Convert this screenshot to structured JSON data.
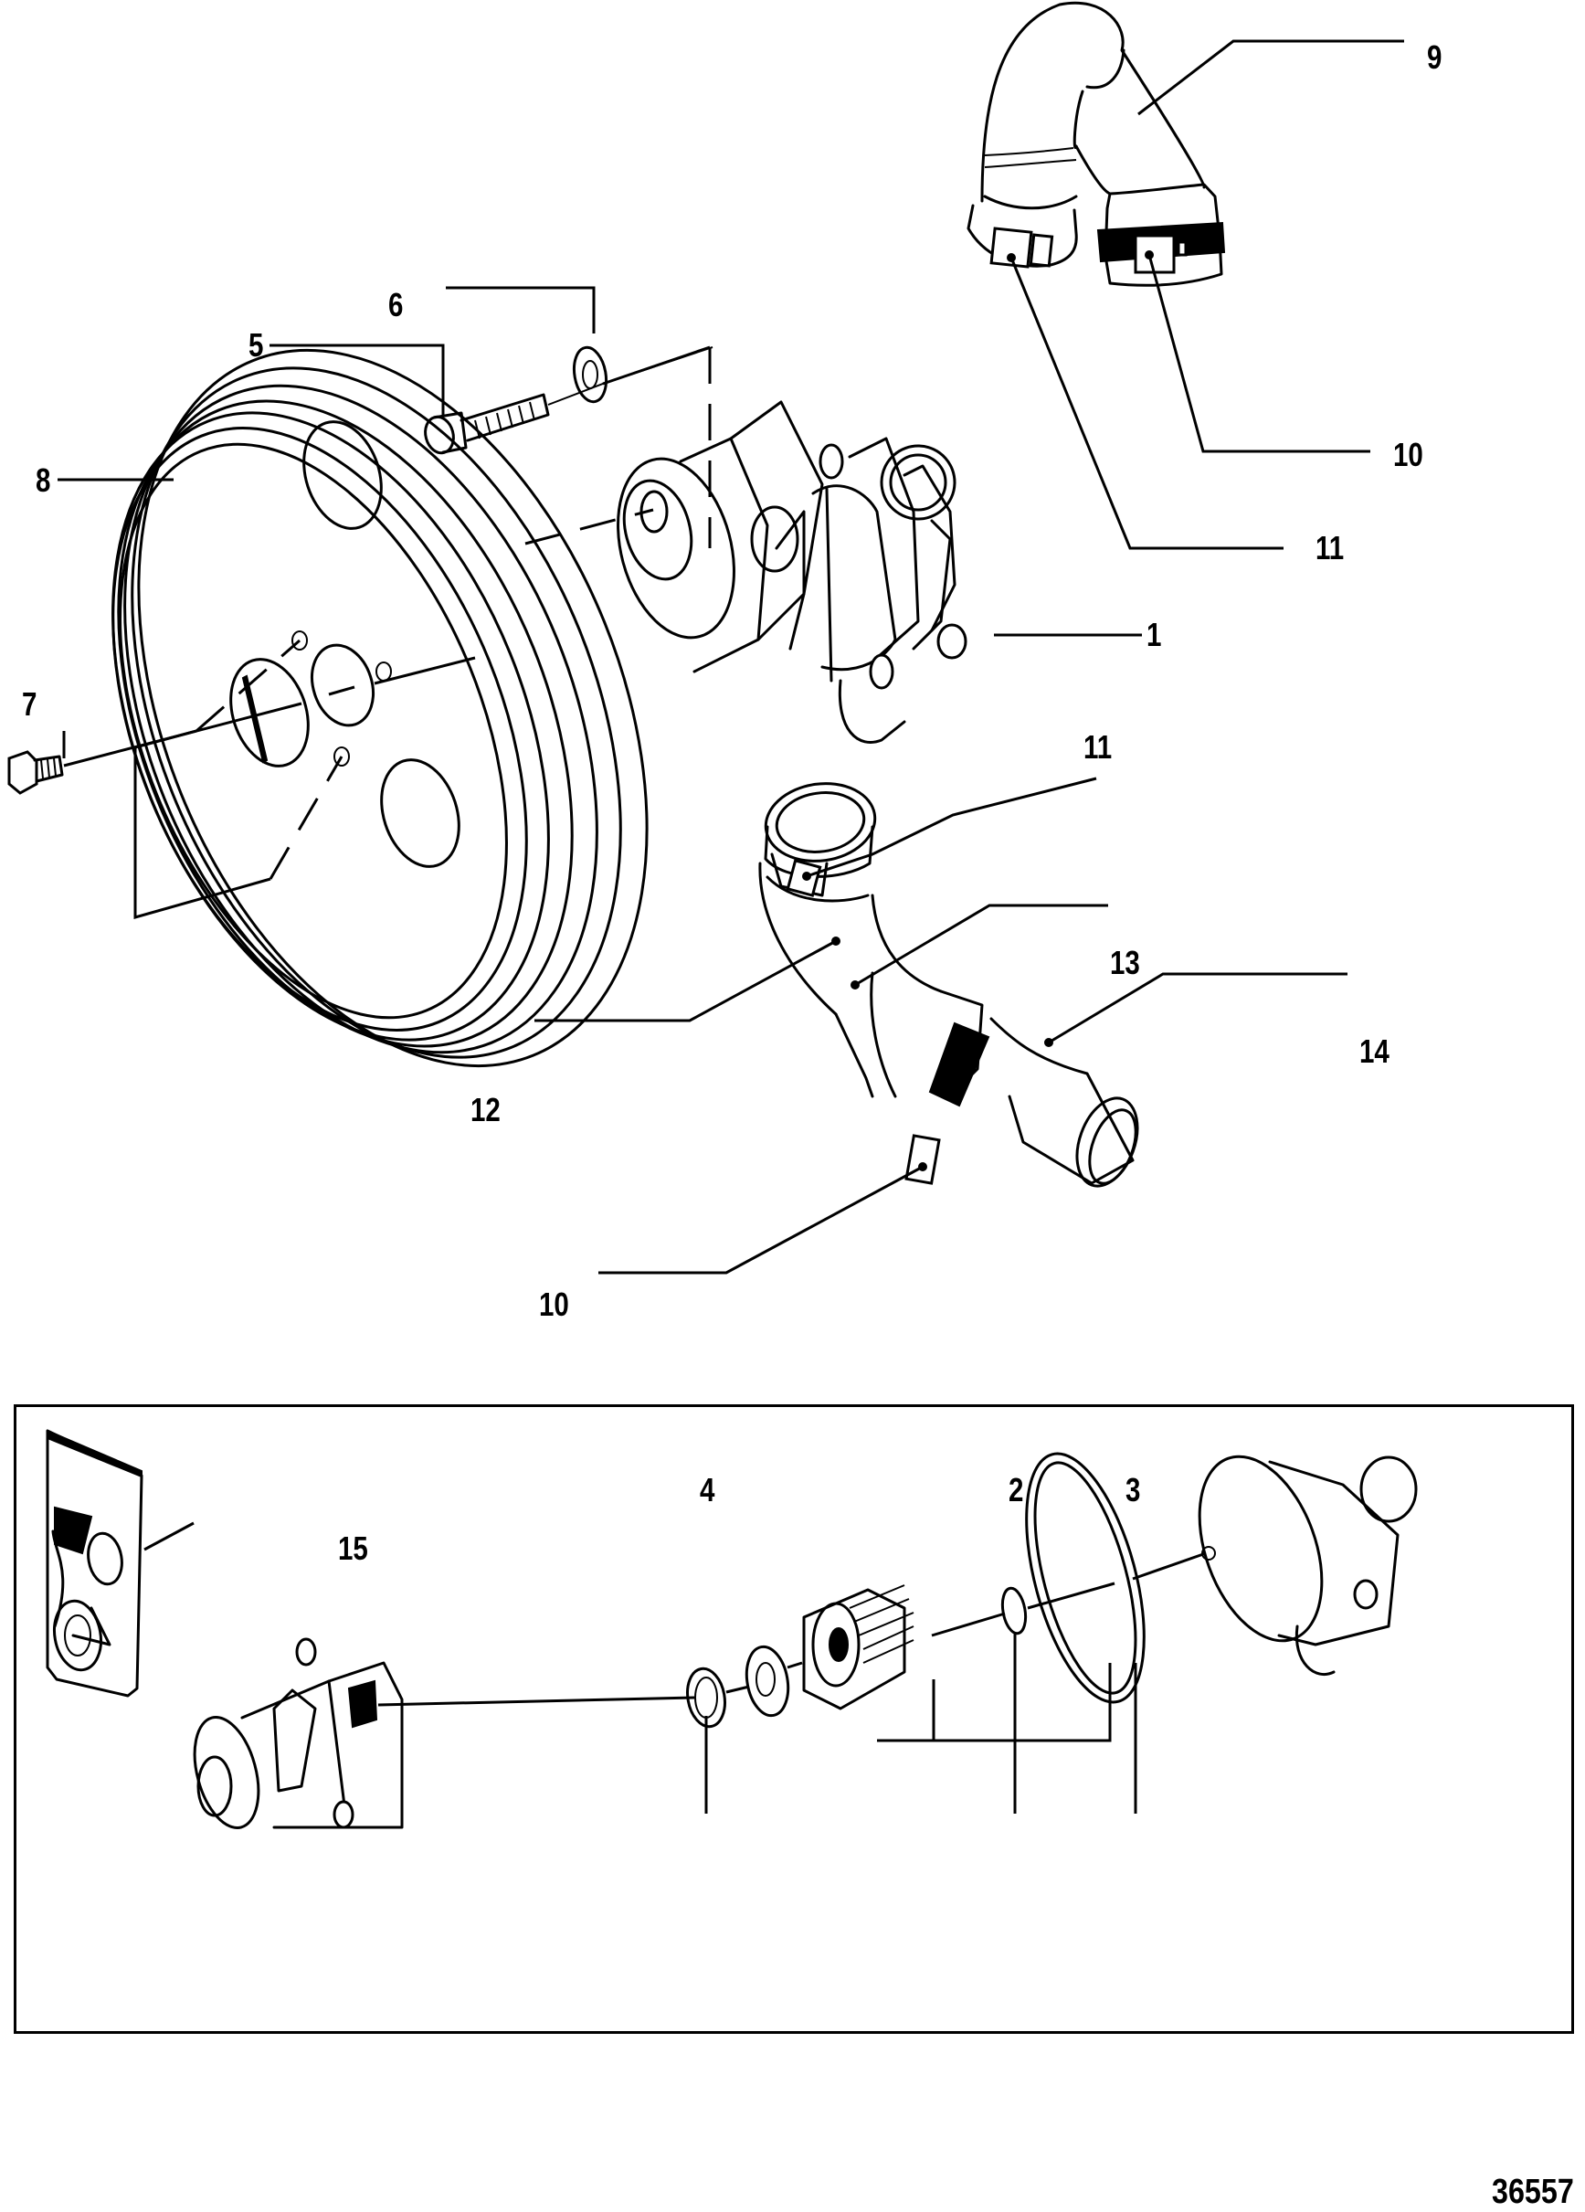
{
  "diagram": {
    "title": "Seawater pump exploded parts view",
    "document_number": "36557",
    "callouts": [
      {
        "id": "c1",
        "label": "1",
        "part": "seawater pump assembly"
      },
      {
        "id": "c2",
        "label": "2",
        "part": "small o-ring"
      },
      {
        "id": "c3",
        "label": "3",
        "part": "large o-ring / gasket"
      },
      {
        "id": "c4",
        "label": "4",
        "part": "seal"
      },
      {
        "id": "c5",
        "label": "5",
        "part": "screw"
      },
      {
        "id": "c6",
        "label": "6",
        "part": "washer"
      },
      {
        "id": "c7",
        "label": "7",
        "part": "bolt"
      },
      {
        "id": "c8",
        "label": "8",
        "part": "pulley"
      },
      {
        "id": "c9",
        "label": "9",
        "part": "hose (upper)"
      },
      {
        "id": "c10a",
        "label": "10",
        "part": "hose clamp (upper)"
      },
      {
        "id": "c11a",
        "label": "11",
        "part": "hose clamp (upper)"
      },
      {
        "id": "c11b",
        "label": "11",
        "part": "hose clamp (lower)"
      },
      {
        "id": "c12",
        "label": "12",
        "part": "hose elbow"
      },
      {
        "id": "c13",
        "label": "13",
        "part": "hose"
      },
      {
        "id": "c14",
        "label": "14",
        "part": "fitting"
      },
      {
        "id": "c10b",
        "label": "10",
        "part": "hose clamp (lower)"
      },
      {
        "id": "c15",
        "label": "15",
        "part": "repair kit (bag)"
      }
    ]
  }
}
